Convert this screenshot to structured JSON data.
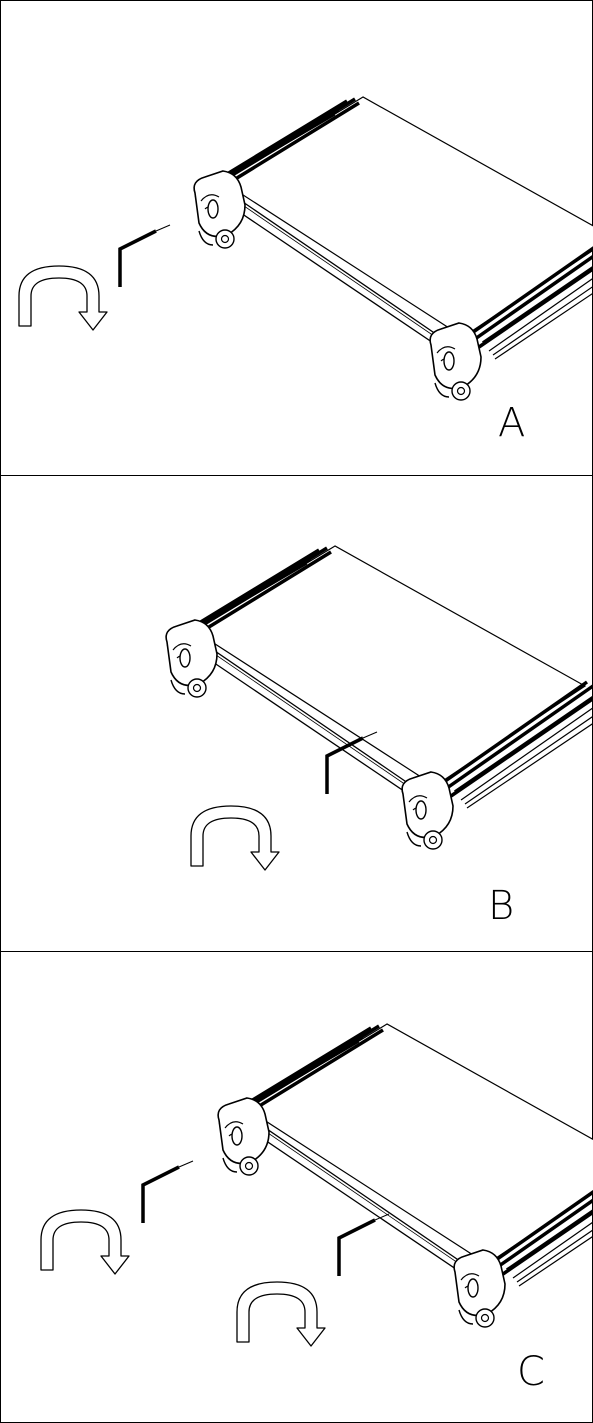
{
  "panels": [
    {
      "label": "A",
      "wrench_positions": [
        "left-roller"
      ],
      "rotation": "clockwise"
    },
    {
      "label": "B",
      "wrench_positions": [
        "right-roller"
      ],
      "rotation": "clockwise"
    },
    {
      "label": "C",
      "wrench_positions": [
        "left-roller",
        "right-roller"
      ],
      "rotation": "clockwise"
    }
  ],
  "colors": {
    "line": "#000000",
    "background": "#ffffff"
  }
}
